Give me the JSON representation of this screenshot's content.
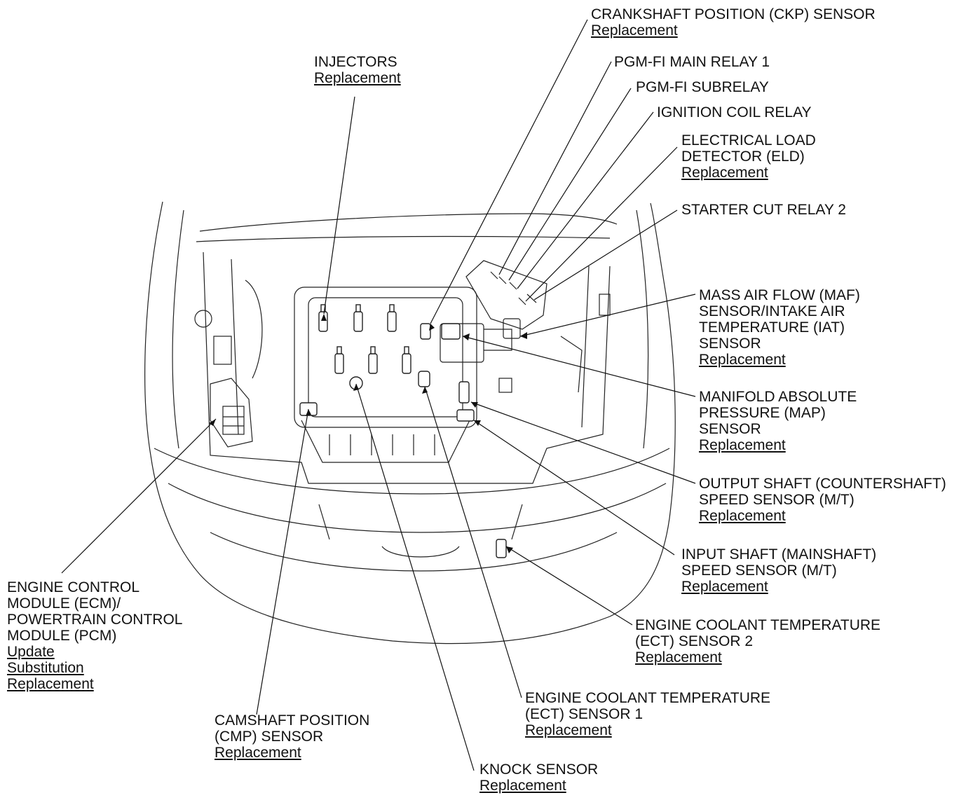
{
  "labels": {
    "ckp": {
      "lines": [
        "CRANKSHAFT POSITION (CKP) SENSOR"
      ],
      "links": [
        "Replacement"
      ]
    },
    "injectors": {
      "lines": [
        "INJECTORS"
      ],
      "links": [
        "Replacement"
      ]
    },
    "main_relay": {
      "lines": [
        "PGM-FI MAIN RELAY 1"
      ],
      "links": []
    },
    "subrelay": {
      "lines": [
        "PGM-FI SUBRELAY"
      ],
      "links": []
    },
    "ign_relay": {
      "lines": [
        "IGNITION COIL RELAY"
      ],
      "links": []
    },
    "eld": {
      "lines": [
        "ELECTRICAL LOAD",
        "DETECTOR (ELD)"
      ],
      "links": [
        "Replacement"
      ]
    },
    "starter": {
      "lines": [
        "STARTER CUT RELAY 2"
      ],
      "links": []
    },
    "maf": {
      "lines": [
        "MASS AIR FLOW (MAF)",
        "SENSOR/INTAKE AIR",
        "TEMPERATURE (IAT)",
        "SENSOR"
      ],
      "links": [
        "Replacement"
      ]
    },
    "map": {
      "lines": [
        "MANIFOLD ABSOLUTE",
        "PRESSURE (MAP)",
        "SENSOR"
      ],
      "links": [
        "Replacement"
      ]
    },
    "output": {
      "lines": [
        "OUTPUT SHAFT (COUNTERSHAFT)",
        "SPEED SENSOR (M/T)"
      ],
      "links": [
        "Replacement"
      ]
    },
    "input": {
      "lines": [
        "INPUT SHAFT (MAINSHAFT)",
        "SPEED SENSOR (M/T)"
      ],
      "links": [
        "Replacement"
      ]
    },
    "ect2": {
      "lines": [
        "ENGINE COOLANT TEMPERATURE",
        "(ECT) SENSOR 2"
      ],
      "links": [
        "Replacement"
      ]
    },
    "ect1": {
      "lines": [
        "ENGINE COOLANT TEMPERATURE",
        "(ECT) SENSOR 1"
      ],
      "links": [
        "Replacement"
      ]
    },
    "knock": {
      "lines": [
        "KNOCK SENSOR"
      ],
      "links": [
        "Replacement"
      ]
    },
    "cmp": {
      "lines": [
        "CAMSHAFT POSITION",
        "(CMP) SENSOR"
      ],
      "links": [
        "Replacement"
      ]
    },
    "ecm": {
      "lines": [
        "ENGINE CONTROL",
        "MODULE (ECM)/",
        "POWERTRAIN CONTROL",
        "MODULE (PCM)"
      ],
      "links": [
        "Update",
        "Substitution",
        "Replacement"
      ]
    }
  }
}
